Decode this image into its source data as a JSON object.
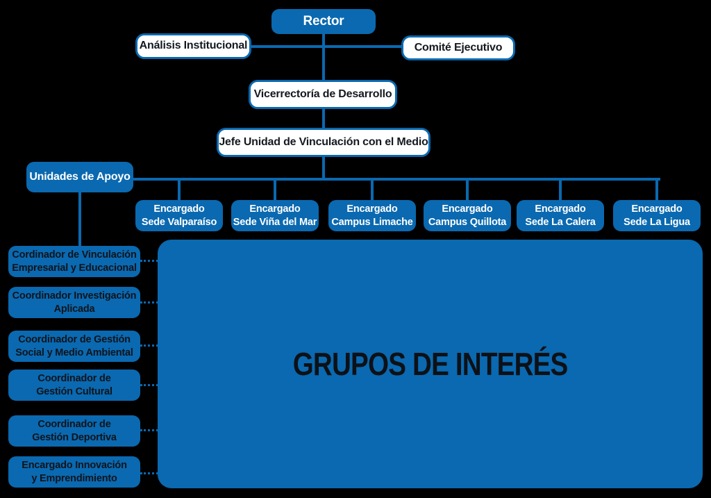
{
  "palette": {
    "accent_blue": "#0a69b0",
    "white_box_fill": "#ffffff",
    "dark_text": "#0f141c",
    "background": "#000000"
  },
  "org": {
    "rector": "Rector",
    "analisis": "Análisis Institucional",
    "comite": "Comité  Ejecutivo",
    "vicerrectoria": "Vicerrectoría de Desarrollo",
    "jefe": "Jefe Unidad de Vinculación con el Medio",
    "unidades_apoyo": "Unidades de Apoyo",
    "encargados": [
      "Encargado\nSede Valparaíso",
      "Encargado\nSede Viña del Mar",
      "Encargado\nCampus Limache",
      "Encargado\nCampus Quillota",
      "Encargado\nSede La Calera",
      "Encargado\nSede La Ligua"
    ],
    "coordinadores": [
      "Cordinador de Vinculación\nEmpresarial y Educacional",
      "Coordinador Investigación\nAplicada",
      "Coordinador de Gestión\nSocial y Medio Ambiental",
      "Coordinador de\nGestión Cultural",
      "Coordinador de\nGestión Deportiva",
      "Encargado Innovación\ny Emprendimiento"
    ],
    "grupos_interes": "GRUPOS DE INTERÉS"
  }
}
